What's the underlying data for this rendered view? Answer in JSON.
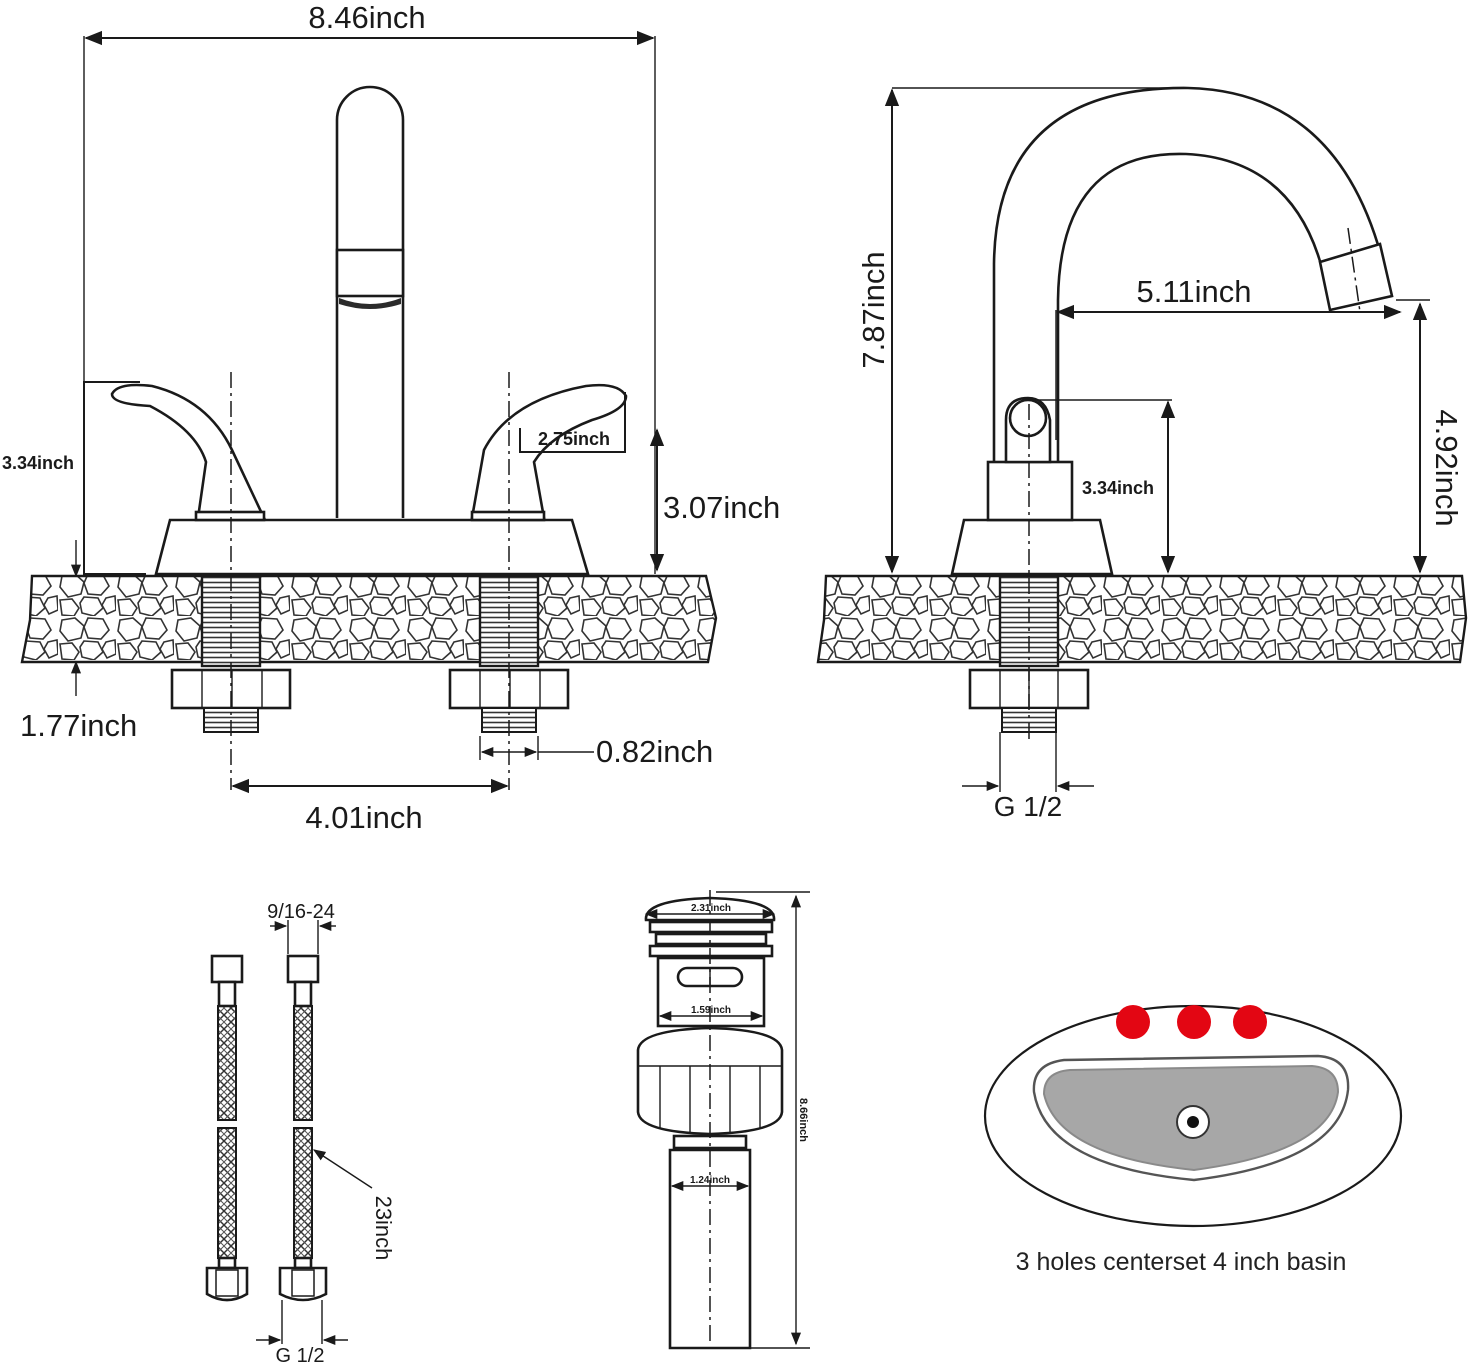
{
  "front_view": {
    "overall_width": "8.46inch",
    "handle_height": "3.34inch",
    "handle_length": "2.75inch",
    "body_height": "3.07inch",
    "counter_thickness": "1.77inch",
    "shank_diameter": "0.82inch",
    "center_spacing": "4.01inch"
  },
  "side_view": {
    "total_height": "7.87inch",
    "spout_reach": "5.11inch",
    "spout_clearance": "4.92inch",
    "handle_height": "3.34inch",
    "thread": "G 1/2"
  },
  "supply_hoses": {
    "nut_thread": "9/16-24",
    "length": "23inch",
    "thread": "G 1/2"
  },
  "drain": {
    "cap_diameter": "2.31inch",
    "body_diameter": "1.59inch",
    "tail_diameter": "1.24inch",
    "length": "8.66inch"
  },
  "basin": {
    "caption": "3 holes centerset 4 inch basin",
    "hole_color": "#e30613",
    "bowl_color": "#a7a7a7"
  }
}
